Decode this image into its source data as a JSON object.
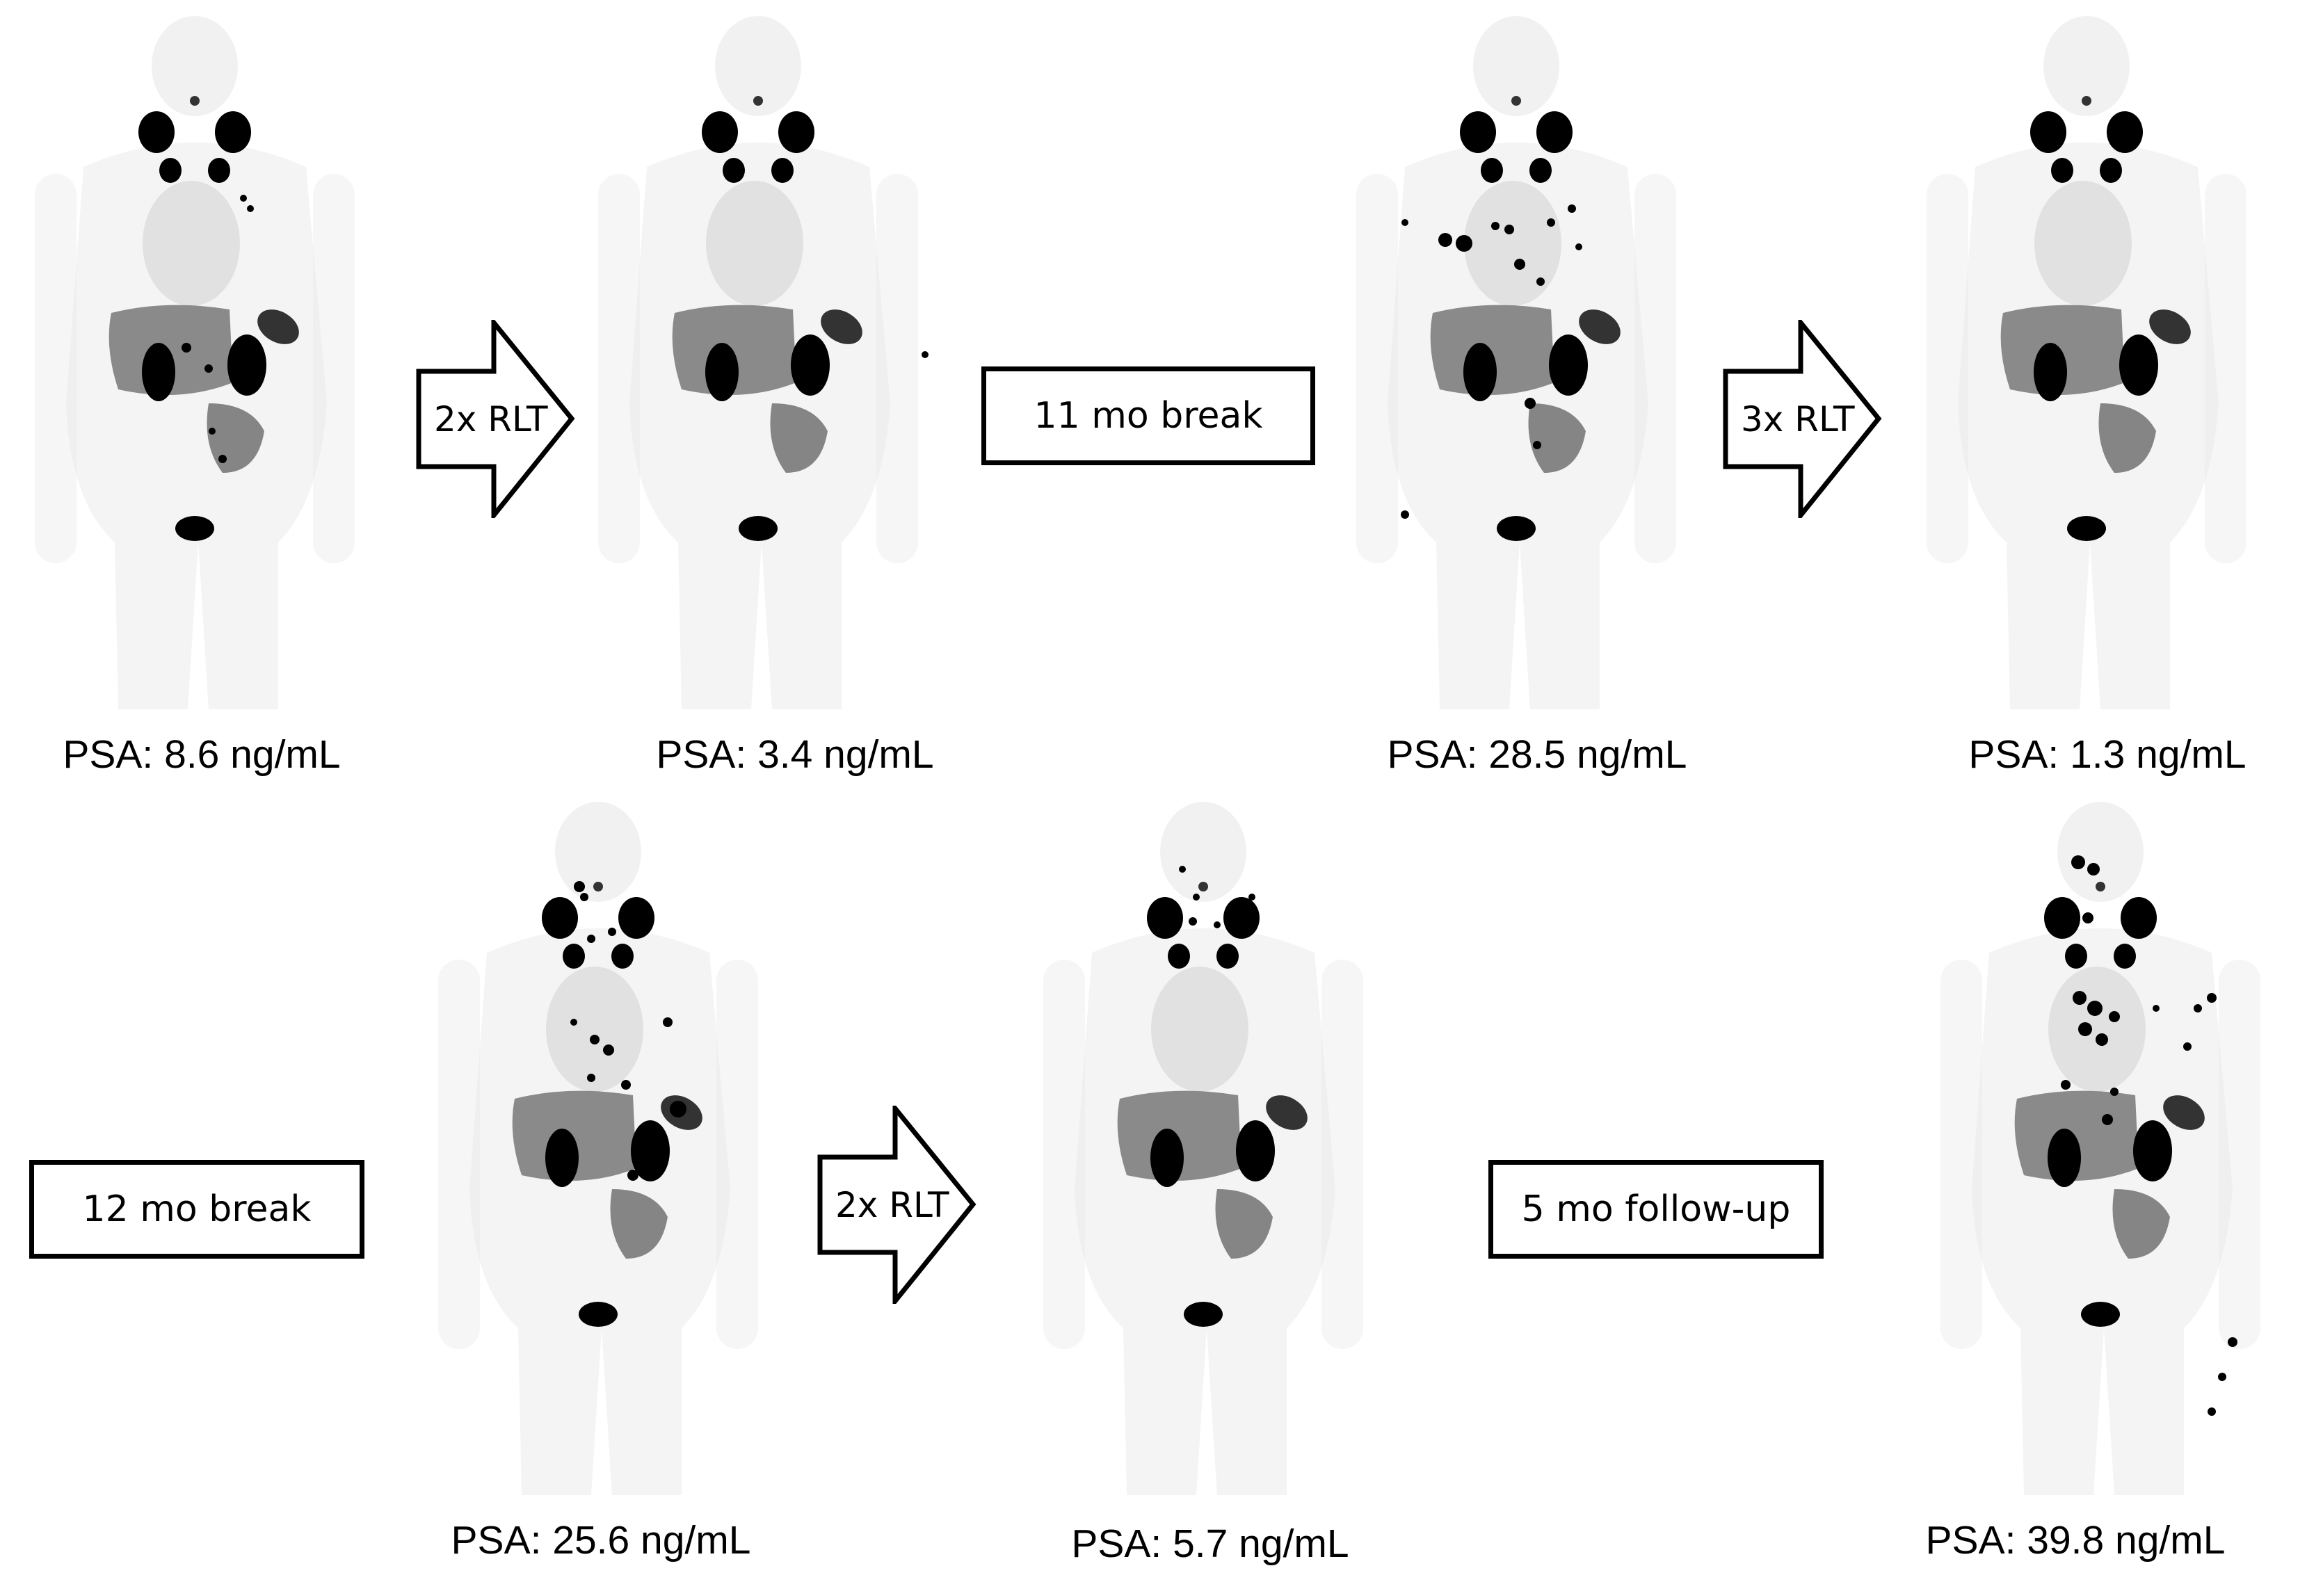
{
  "scans": [
    {
      "id": "scan-1",
      "psa": "PSA: 8.6 ng/mL"
    },
    {
      "id": "scan-2",
      "psa": "PSA: 3.4 ng/mL"
    },
    {
      "id": "scan-3",
      "psa": "PSA: 28.5 ng/mL"
    },
    {
      "id": "scan-4",
      "psa": "PSA: 1.3 ng/mL"
    },
    {
      "id": "scan-5",
      "psa": "PSA: 25.6 ng/mL"
    },
    {
      "id": "scan-6",
      "psa": "PSA: 5.7 ng/mL"
    },
    {
      "id": "scan-7",
      "psa": "PSA: 39.8 ng/mL"
    }
  ],
  "steps": {
    "arrow_1": "2x RLT",
    "box_1": "11 mo break",
    "arrow_2": "3x RLT",
    "box_2": "12 mo break",
    "arrow_3": "2x RLT",
    "box_3": "5 mo follow-up"
  },
  "colors": {
    "ink": "#000000",
    "body_haze": "#e6e6e6",
    "liver": "#777777"
  }
}
